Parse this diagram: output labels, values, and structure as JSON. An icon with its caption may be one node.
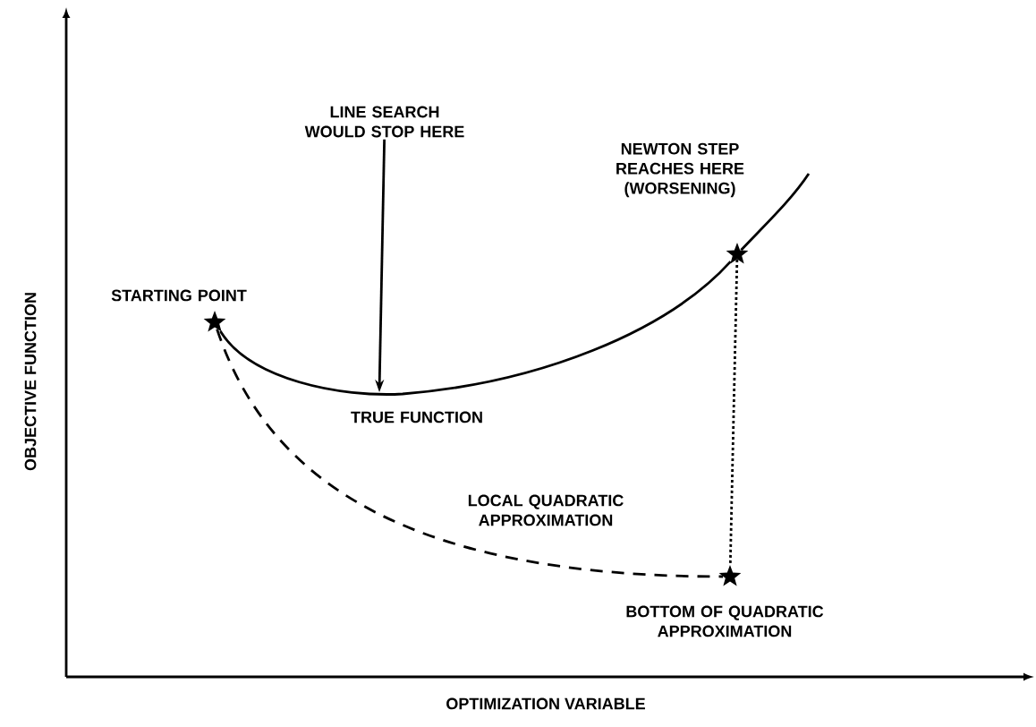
{
  "diagram": {
    "nodes": [
      {
        "text": [
          "LINE SEARCH WOULD STOP HERE"
        ]
      },
      {
        "text": [],
        "shape": "star",
        "beside": [
          "STARTING POINT"
        ]
      },
      {
        "text": [],
        "shape": "star",
        "beside": [
          "NEWTON STEP REACHES HERE (WORSENING)"
        ]
      },
      {
        "text": [],
        "shape": "star",
        "beside": [
          "BOTTOM OF QUADRATIC APPROXIMATION"
        ]
      }
    ],
    "edges": [
      {
        "from": 0,
        "to": null,
        "arrow": "to"
      },
      {
        "from": 1,
        "to": 2,
        "arrow": "none",
        "label": "TRUE FUNCTION"
      },
      {
        "from": 1,
        "to": 3,
        "arrow": "none",
        "style": "dashed",
        "label": "LOCAL QUADRATIC APPROXIMATION"
      },
      {
        "from": 2,
        "to": 3,
        "arrow": "none",
        "style": "dashed"
      }
    ],
    "labels": [
      "OBJECTIVE FUNCTION",
      "OPTIMIZATION VARIABLE"
    ]
  }
}
